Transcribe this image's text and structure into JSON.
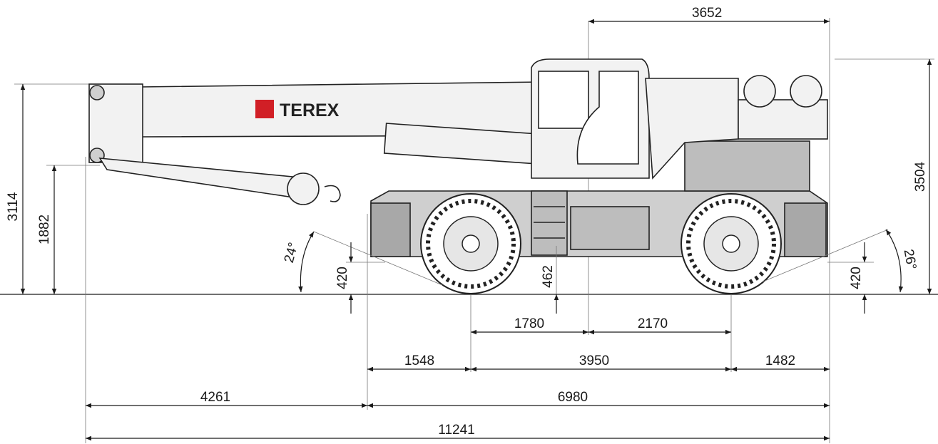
{
  "brand": {
    "name": "TEREX"
  },
  "colors": {
    "line": "#1a1a1a",
    "body_fill": "#f2f2f2",
    "chassis_fill": "#cfcfcf",
    "dark_fill": "#b8b8b8",
    "tire_fill": "#ffffff",
    "logo_red": "#d11f26"
  },
  "dimensions": {
    "top_width": "3652",
    "boom_height": "3114",
    "hook_height": "1882",
    "cab_height": "3504",
    "front_angle": "24°",
    "rear_angle": "26°",
    "front_clearance": "420",
    "rear_clearance": "420",
    "ground_clearance": "462",
    "axle_to_center": "1780",
    "center_to_rear_axle": "2170",
    "front_overhang": "1548",
    "wheelbase": "3950",
    "rear_overhang": "1482",
    "boom_overhang": "4261",
    "chassis_length": "6980",
    "total_length": "11241"
  }
}
